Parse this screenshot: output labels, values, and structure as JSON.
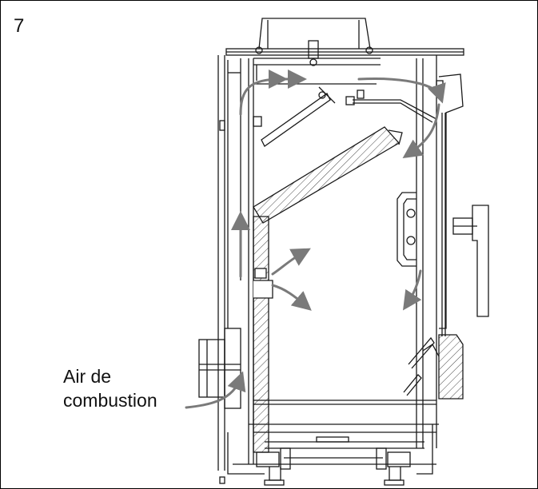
{
  "figure": {
    "number": "7",
    "label_line1": "Air de",
    "label_line2": "combustion"
  },
  "colors": {
    "line": "#1a1a1a",
    "arrow": "#7a7a7a",
    "background": "#ffffff"
  }
}
